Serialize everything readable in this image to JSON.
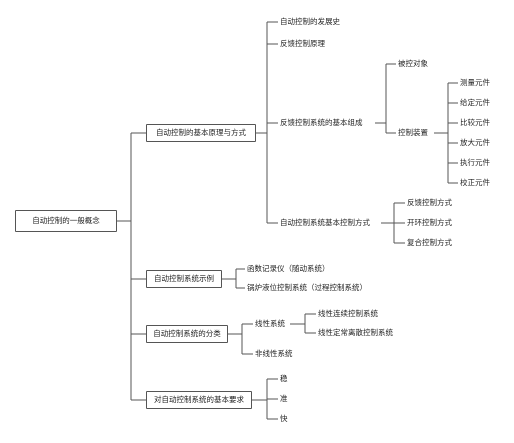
{
  "mindmap": {
    "root": "自动控制的一般概念",
    "branches": [
      {
        "label": "自动控制的基本原理与方式",
        "children": [
          {
            "label": "自动控制的发展史"
          },
          {
            "label": "反馈控制原理"
          },
          {
            "label": "反馈控制系统的基本组成",
            "children": [
              {
                "label": "被控对象"
              },
              {
                "label": "控制装置",
                "children": [
                  {
                    "label": "测量元件"
                  },
                  {
                    "label": "给定元件"
                  },
                  {
                    "label": "比较元件"
                  },
                  {
                    "label": "放大元件"
                  },
                  {
                    "label": "执行元件"
                  },
                  {
                    "label": "校正元件"
                  }
                ]
              }
            ]
          },
          {
            "label": "自动控制系统基本控制方式",
            "children": [
              {
                "label": "反馈控制方式"
              },
              {
                "label": "开环控制方式"
              },
              {
                "label": "复合控制方式"
              }
            ]
          }
        ]
      },
      {
        "label": "自动控制系统示例",
        "children": [
          {
            "label": "函数记录仪（随动系统）"
          },
          {
            "label": "锅炉液位控制系统（过程控制系统）"
          }
        ]
      },
      {
        "label": "自动控制系统的分类",
        "children": [
          {
            "label": "线性系统",
            "children": [
              {
                "label": "线性连续控制系统"
              },
              {
                "label": "线性定常离散控制系统"
              }
            ]
          },
          {
            "label": "非线性系统"
          }
        ]
      },
      {
        "label": "对自动控制系统的基本要求",
        "children": [
          {
            "label": "稳"
          },
          {
            "label": "准"
          },
          {
            "label": "快"
          }
        ]
      }
    ]
  },
  "colors": {
    "line": "#555555",
    "text": "#222222"
  }
}
